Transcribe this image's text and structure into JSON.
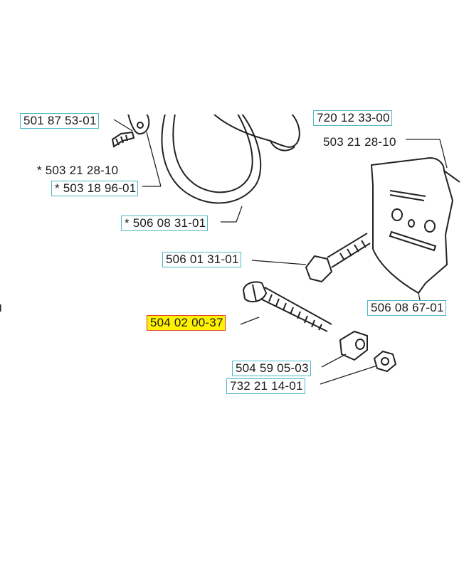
{
  "labels": {
    "p_501_87_53": "501 87 53-01",
    "p_720_12_33": "720 12 33-00",
    "p_503_21_28_top": "503 21 28-10",
    "p_503_21_28_left": "* 503 21 28-10",
    "p_503_18_96": "* 503 18 96-01",
    "p_506_08_31": "* 506 08 31-01",
    "p_506_01_31": "506 01 31-01",
    "p_506_08_67": "506 08 67-01",
    "p_504_02_00": "504 02 00-37",
    "p_504_59_05": "504 59 05-03",
    "p_732_21_14": "732 21 14-01"
  },
  "colors": {
    "box_outline": "#4fb8c8",
    "selected_outline": "#e03a2e",
    "highlight": "#fff200",
    "line_art": "#222222"
  }
}
